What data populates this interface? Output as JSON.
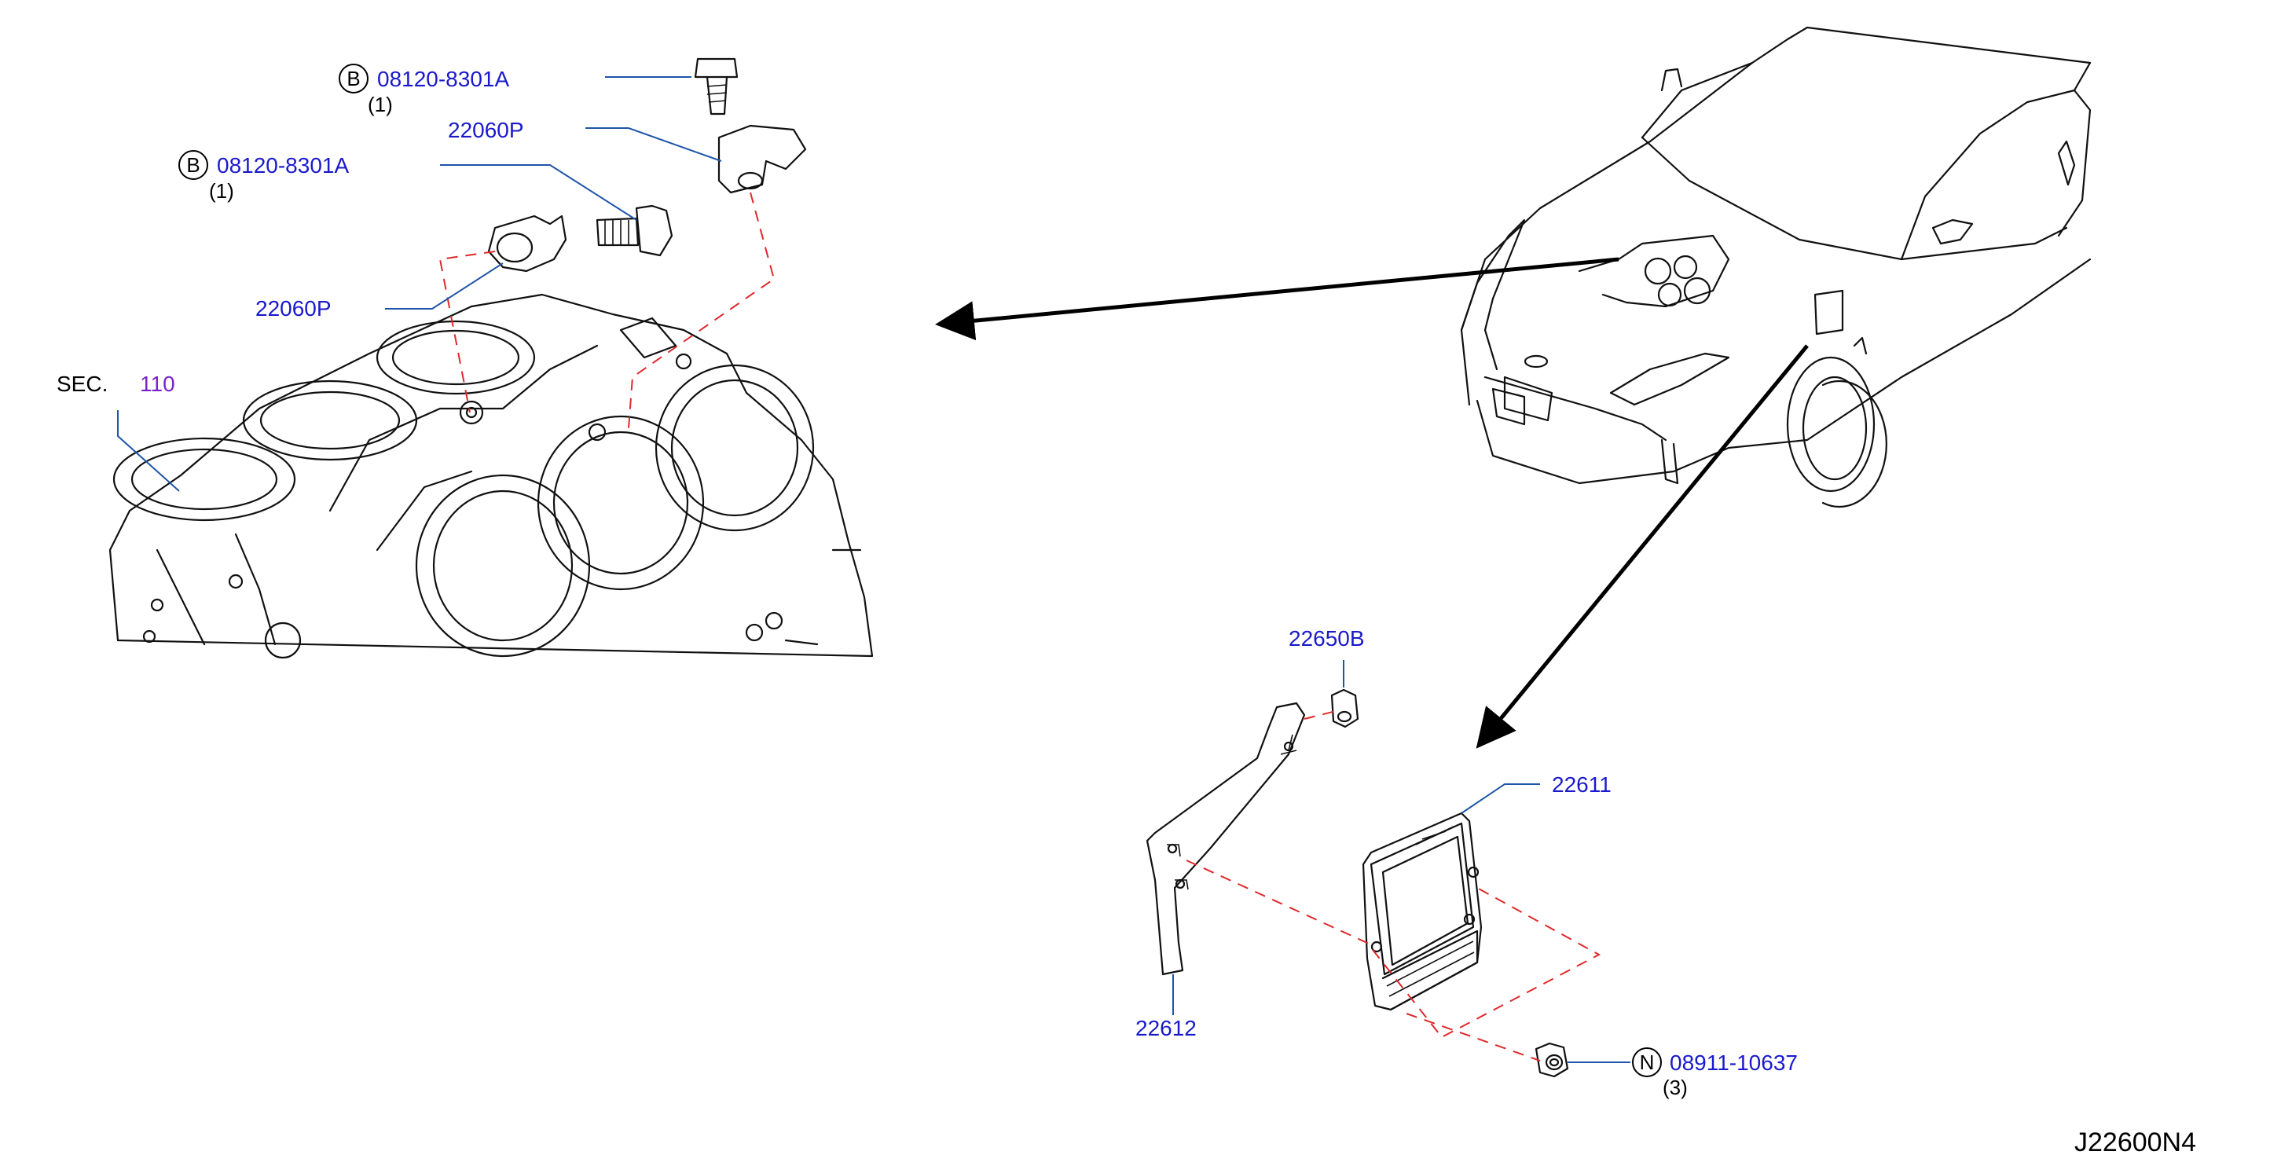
{
  "callouts": [
    {
      "id": "bolt-top",
      "prefix": "B",
      "part": "08120-8301A",
      "qty": "(1)"
    },
    {
      "id": "knock-sensor-top",
      "part": "22060P"
    },
    {
      "id": "bolt-mid",
      "prefix": "B",
      "part": "08120-8301A",
      "qty": "(1)"
    },
    {
      "id": "knock-sensor-low",
      "part": "22060P"
    },
    {
      "id": "engine-block",
      "text": "SEC.",
      "ref": "110"
    },
    {
      "id": "ecm-bracket-nut",
      "part": "22650B"
    },
    {
      "id": "ecm",
      "part": "22611"
    },
    {
      "id": "ecm-bracket",
      "part": "22612"
    },
    {
      "id": "ecm-nut",
      "prefix": "N",
      "part": "08911-10637",
      "qty": "(3)"
    }
  ],
  "diagram_id": "J22600N4",
  "colors": {
    "part_label": "#1a1acc",
    "section_ref": "#7b22cc",
    "leader": "#1f55a8",
    "dash": "#e0282a",
    "arrow": "#000000"
  }
}
